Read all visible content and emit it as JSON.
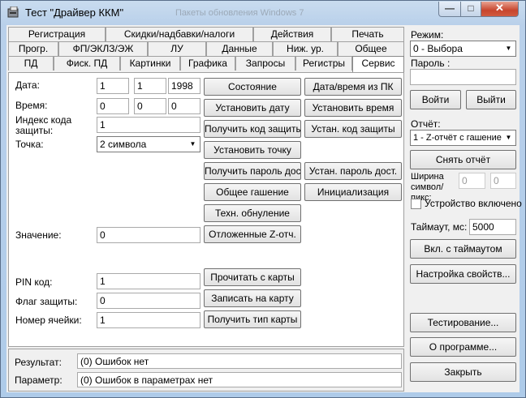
{
  "window": {
    "title": "Тест \"Драйвер ККМ\"",
    "ghost_title": "Пакеты обновления Windows 7",
    "minimize": "—",
    "maximize": "□",
    "close": "✕"
  },
  "tabs": {
    "row1": [
      "Регистрация",
      "Скидки/надбавки/налоги",
      "Действия",
      "Печать"
    ],
    "row2": [
      "Прогр.",
      "ФП/ЭКЛЗ/ЭЖ",
      "ЛУ",
      "Данные",
      "Ниж. ур.",
      "Общее"
    ],
    "row3": [
      "ПД",
      "Фиск. ПД",
      "Картинки",
      "Графика",
      "Запросы",
      "Регистры",
      "Сервис"
    ],
    "active": "Сервис"
  },
  "form": {
    "date_label": "Дата:",
    "date_day": "1",
    "date_month": "1",
    "date_year": "1998",
    "time_label": "Время:",
    "time_h": "0",
    "time_m": "0",
    "time_s": "0",
    "protection_label": "Индекс кода защиты:",
    "protection_value": "1",
    "point_label": "Точка:",
    "point_value": "2 символа",
    "value_label": "Значение:",
    "value_value": "0",
    "pin_label": "PIN код:",
    "pin_value": "1",
    "flag_label": "Флаг защиты:",
    "flag_value": "0",
    "cell_label": "Номер ячейки:",
    "cell_value": "1"
  },
  "buttons": {
    "state": "Состояние",
    "set_date": "Установить дату",
    "get_code": "Получить код защиты",
    "set_point": "Установить точку",
    "get_password": "Получить пароль дост.",
    "general_clear": "Общее гашение",
    "tech_reset": "Техн. обнуление",
    "deferred_z": "Отложенные Z-отч.",
    "date_from_pc": "Дата/время из ПК",
    "set_time": "Установить время",
    "set_code": "Устан. код защиты",
    "set_password": "Устан. пароль дост.",
    "init": "Инициализация",
    "read_card": "Прочитать с карты",
    "write_card": "Записать на карту",
    "card_type": "Получить тип карты"
  },
  "status": {
    "result_label": "Результат:",
    "result_value": "(0) Ошибок нет",
    "param_label": "Параметр:",
    "param_value": "(0) Ошибок в параметрах нет"
  },
  "side": {
    "mode_label": "Режим:",
    "mode_value": "0 - Выбора",
    "password_label": "Пароль :",
    "password_value": "",
    "login": "Войти",
    "logout": "Выйти",
    "report_label": "Отчёт:",
    "report_value": "1 - Z-отчёт с гашение",
    "take_report": "Снять отчёт",
    "width_label": "Ширина символ/пикс:",
    "width_symb": "0",
    "width_pix": "0",
    "device_on": "Устройство включено",
    "timeout_label": "Таймаут, мс:",
    "timeout_value": "5000",
    "enable_timeout": "Вкл. с таймаутом",
    "settings": "Настройка свойств...",
    "testing": "Тестирование...",
    "about": "О программе...",
    "close": "Закрыть"
  }
}
